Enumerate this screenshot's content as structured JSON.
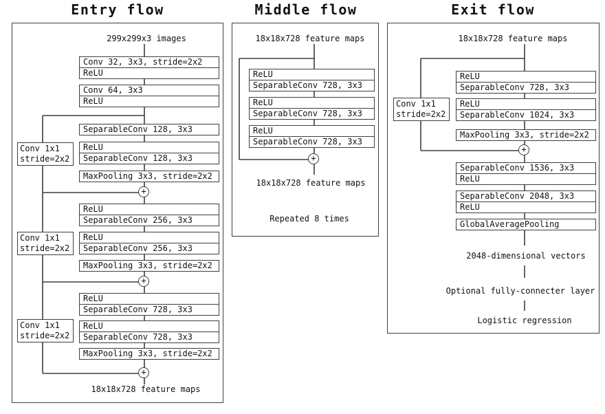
{
  "entry": {
    "title": "Entry flow",
    "input_label": "299x299x3 images",
    "conv32": [
      "Conv 32, 3x3, stride=2x2",
      "ReLU"
    ],
    "conv64": [
      "Conv 64, 3x3",
      "ReLU"
    ],
    "sep128_first": [
      "SeparableConv 128, 3x3"
    ],
    "sep128_pair": [
      "ReLU",
      "SeparableConv 128, 3x3"
    ],
    "skip1": [
      "Conv 1x1",
      "stride=2x2"
    ],
    "maxpool1": [
      "MaxPooling 3x3, stride=2x2"
    ],
    "sep256_pair1": [
      "ReLU",
      "SeparableConv 256, 3x3"
    ],
    "skip2": [
      "Conv 1x1",
      "stride=2x2"
    ],
    "sep256_pair2": [
      "ReLU",
      "SeparableConv 256, 3x3"
    ],
    "maxpool2": [
      "MaxPooling 3x3, stride=2x2"
    ],
    "sep728_pair1": [
      "ReLU",
      "SeparableConv 728, 3x3"
    ],
    "skip3": [
      "Conv 1x1",
      "stride=2x2"
    ],
    "sep728_pair2": [
      "ReLU",
      "SeparableConv 728, 3x3"
    ],
    "maxpool3": [
      "MaxPooling 3x3, stride=2x2"
    ],
    "output_label": "18x18x728 feature maps"
  },
  "middle": {
    "title": "Middle flow",
    "input_label": "18x18x728 feature maps",
    "block1": [
      "ReLU",
      "SeparableConv 728, 3x3"
    ],
    "block2": [
      "ReLU",
      "SeparableConv 728, 3x3"
    ],
    "block3": [
      "ReLU",
      "SeparableConv 728, 3x3"
    ],
    "output_label": "18x18x728 feature maps",
    "note": "Repeated 8 times"
  },
  "exit": {
    "title": "Exit flow",
    "input_label": "18x18x728 feature maps",
    "sep728": [
      "ReLU",
      "SeparableConv 728, 3x3"
    ],
    "sep1024": [
      "ReLU",
      "SeparableConv 1024, 3x3"
    ],
    "skip": [
      "Conv 1x1",
      "stride=2x2"
    ],
    "maxpool": [
      "MaxPooling 3x3, stride=2x2"
    ],
    "sep1536": [
      "SeparableConv 1536, 3x3",
      "ReLU"
    ],
    "sep2048": [
      "SeparableConv 2048, 3x3",
      "ReLU"
    ],
    "gap": [
      "GlobalAveragePooling"
    ],
    "vectors_label": "2048-dimensional vectors",
    "fc_label": "Optional fully-connecter layer",
    "logreg_label": "Logistic regression"
  },
  "symbols": {
    "plus": "+"
  },
  "colors": {
    "line": "#3d3d3d",
    "text": "#111111",
    "background": "#ffffff"
  }
}
